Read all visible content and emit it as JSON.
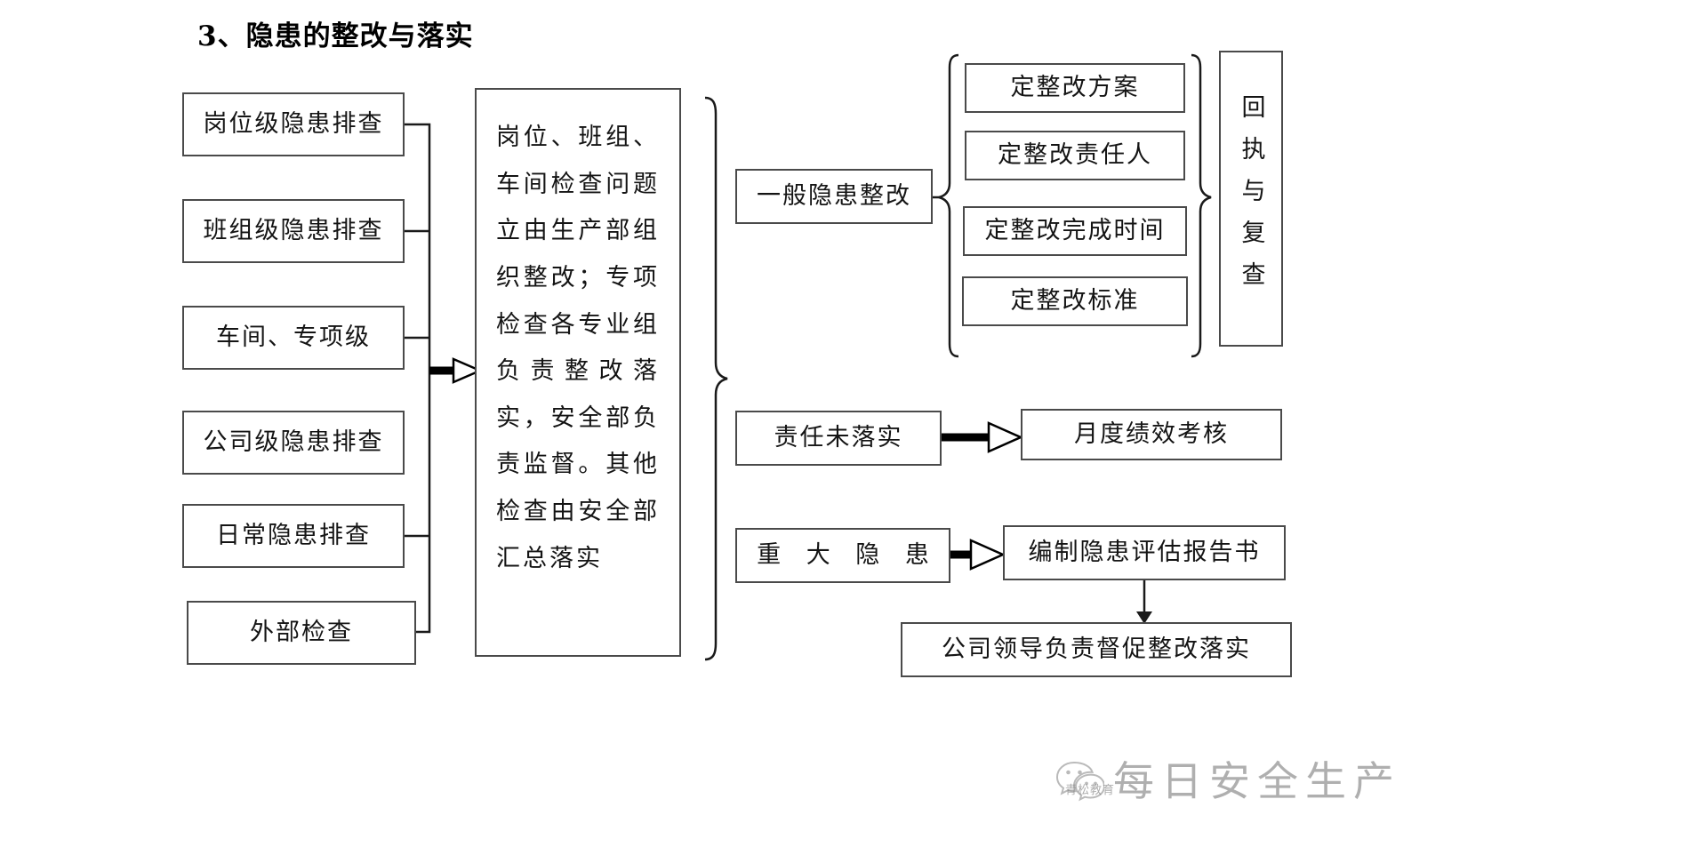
{
  "title": "3、隐患的整改与落实",
  "left_column": {
    "items": [
      {
        "label": "岗位级隐患排查"
      },
      {
        "label": "班组级隐患排查"
      },
      {
        "label": "车间、专项级"
      },
      {
        "label": "公司级隐患排查"
      },
      {
        "label": "日常隐患排查"
      },
      {
        "label": "外部检查"
      }
    ]
  },
  "center": {
    "text": "岗位、班组、车间检查问题立由生产部组织整改；专项检查各专业组负责整改落实，安全部负责监督。其他检查由安全部汇总落实"
  },
  "right_column": {
    "general_rectification": "一般隐患整改",
    "responsibility_unfulfilled": "责任未落实",
    "major_hazard": "重 大 隐 患",
    "monthly_performance_review": "月度绩效考核",
    "hazard_assessment_report": "编制隐患评估报告书",
    "leader_supervision": "公司领导负责督促整改落实"
  },
  "measures": {
    "items": [
      {
        "label": "定整改方案"
      },
      {
        "label": "定整改责任人"
      },
      {
        "label": "定整改完成时间"
      },
      {
        "label": "定整改标准"
      }
    ]
  },
  "receipt_review": {
    "label": "回执与复查"
  },
  "watermark": {
    "text": "每日安全生产",
    "subtext": "青松教育"
  },
  "colors": {
    "border": "#4a4a4a",
    "text": "#141414",
    "background": "#ffffff",
    "arrow": "#000000"
  }
}
